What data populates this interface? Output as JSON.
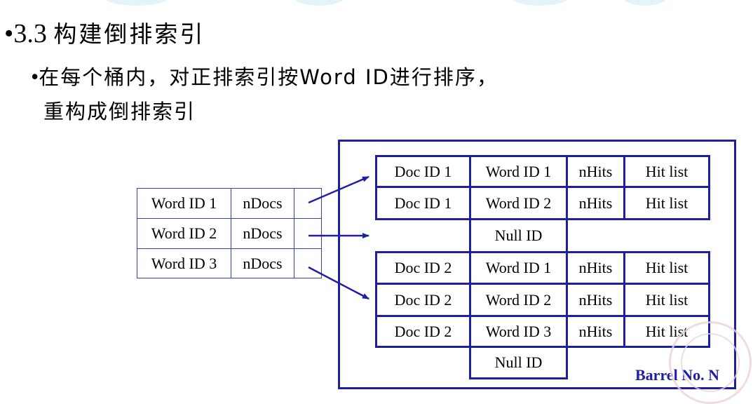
{
  "heading": {
    "bullet": "•",
    "number": "3.3",
    "title": "构建倒排索引"
  },
  "subpoint": {
    "bullet": "•",
    "line1": "在每个桶内，对正排索引按Word ID进行排序，",
    "line2": "重构成倒排索引"
  },
  "lexicon": [
    {
      "word": "Word ID 1",
      "count": "nDocs"
    },
    {
      "word": "Word ID 2",
      "count": "nDocs"
    },
    {
      "word": "Word ID 3",
      "count": "nDocs"
    }
  ],
  "barrel": {
    "label": "Barrel No. N",
    "groups": [
      {
        "rows": [
          [
            "Doc ID 1",
            "Word ID 1",
            "nHits",
            "Hit list"
          ],
          [
            "Doc ID 1",
            "Word ID 2",
            "nHits",
            "Hit list"
          ]
        ]
      },
      {
        "rows": []
      },
      {
        "rows": [
          [
            "Doc ID 2",
            "Word ID 1",
            "nHits",
            "Hit list"
          ],
          [
            "Doc ID 2",
            "Word ID 2",
            "nHits",
            "Hit list"
          ],
          [
            "Doc ID 2",
            "Word ID 3",
            "nHits",
            "Hit list"
          ]
        ]
      }
    ],
    "null_id": "Null ID"
  },
  "colors": {
    "border": "#1f1fa6",
    "label": "#1f1fa6",
    "arrow": "#1f1fa6"
  }
}
